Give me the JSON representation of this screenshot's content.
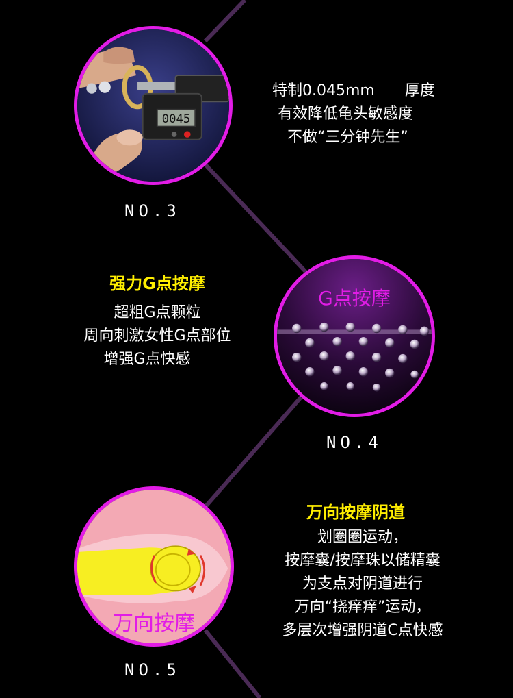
{
  "features": [
    {
      "no_label": "NO.3",
      "lines": [
        "特制0.045mm　　厚度",
        "有效降低龟头敏感度",
        "不做“三分钟先生”"
      ],
      "display_value": "0045"
    },
    {
      "no_label": "NO.4",
      "headline": "强力G点按摩",
      "lines": [
        "超粗G点颗粒",
        "周向刺激女性G点部位",
        "增强G点快感"
      ],
      "circle_caption": "G点按摩"
    },
    {
      "no_label": "NO.5",
      "headline": "万向按摩阴道",
      "lines": [
        "划圈圈运动，",
        "按摩囊/按摩珠以储精囊",
        "为支点对阴道进行",
        "万向“挠痒痒”运动，",
        "多层次增强阴道C点快感"
      ],
      "circle_caption": "万向按摩"
    }
  ],
  "colors": {
    "accent": "#e21ce6",
    "headline": "#ffee00",
    "connector": "#4a2a55",
    "background": "#000000"
  }
}
